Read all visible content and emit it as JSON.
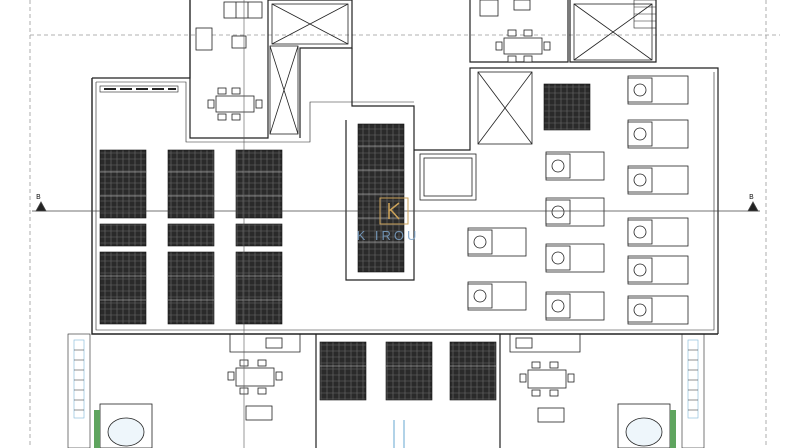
{
  "watermark": {
    "text": "K  IROU",
    "logo_letter": "K"
  },
  "section_markers": {
    "left": "B",
    "right": "B"
  },
  "colors": {
    "line": "#222222",
    "panel_dark": "#262626",
    "panel_grid": "#777777",
    "water": "#7fb6d8",
    "plant": "#5fa55f",
    "watermark": "#7da3c8"
  },
  "icons": [
    "solar-panel-icon",
    "sun-lounger-icon",
    "dining-table-icon",
    "skylight-icon",
    "hot-tub-icon",
    "planter-icon"
  ]
}
